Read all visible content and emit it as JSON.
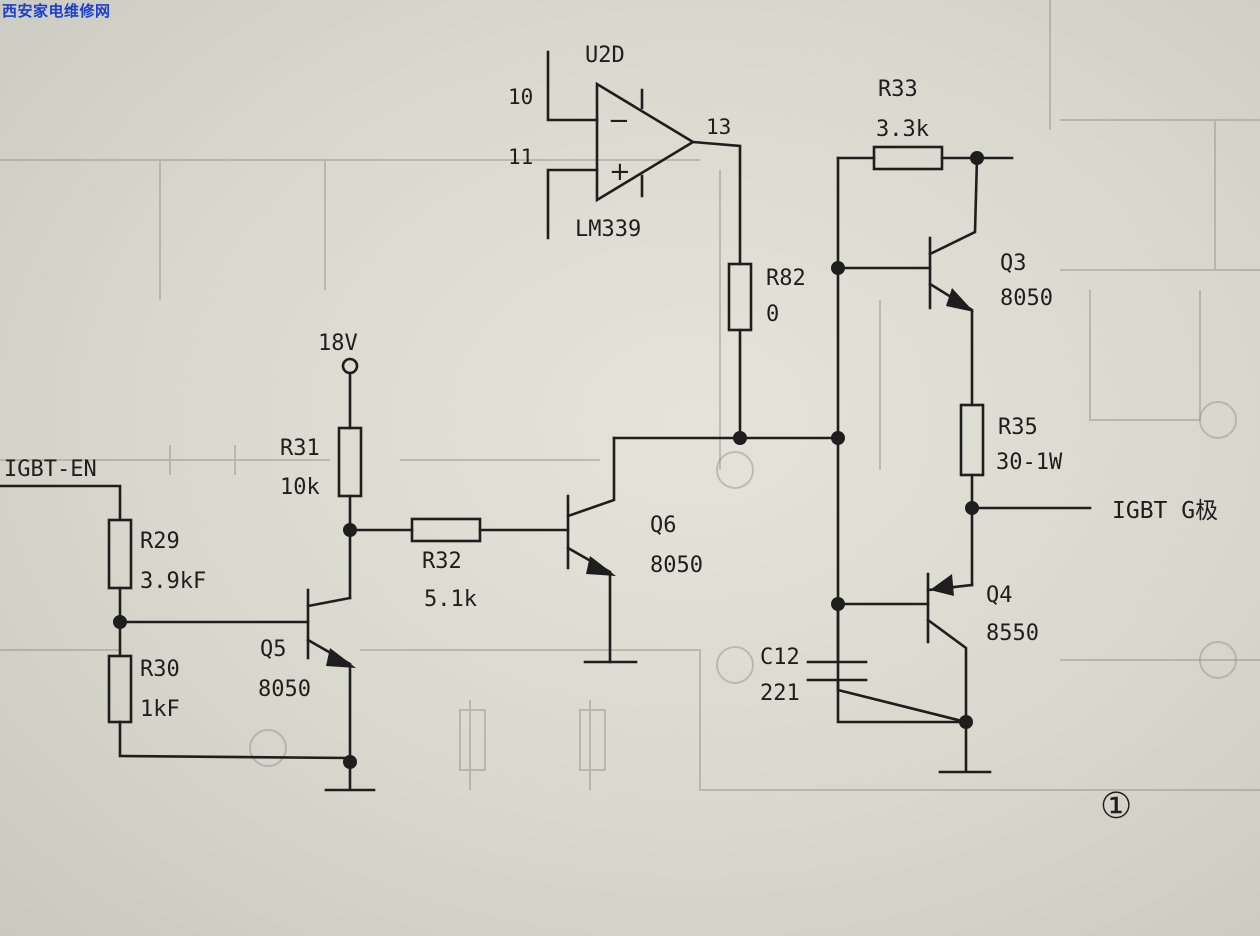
{
  "watermark": "西安家电维修网",
  "opamp": {
    "ref": "U2D",
    "part": "LM339",
    "pin_inverting": "10",
    "pin_noninverting": "11",
    "pin_output": "13",
    "sign_minus": "−",
    "sign_plus": "+"
  },
  "resistors": {
    "r29": {
      "ref": "R29",
      "value": "3.9kF"
    },
    "r30": {
      "ref": "R30",
      "value": "1kF"
    },
    "r31": {
      "ref": "R31",
      "value": "10k"
    },
    "r32": {
      "ref": "R32",
      "value": "5.1k"
    },
    "r33": {
      "ref": "R33",
      "value": "3.3k"
    },
    "r35": {
      "ref": "R35",
      "value": "30-1W"
    },
    "r82": {
      "ref": "R82",
      "value": "0"
    }
  },
  "capacitor": {
    "ref": "C12",
    "value": "221"
  },
  "transistors": {
    "q3": {
      "ref": "Q3",
      "part": "8050"
    },
    "q4": {
      "ref": "Q4",
      "part": "8550"
    },
    "q5": {
      "ref": "Q5",
      "part": "8050"
    },
    "q6": {
      "ref": "Q6",
      "part": "8050"
    }
  },
  "nets": {
    "supply": "18V",
    "enable_input": "IGBT-EN",
    "gate_output": "IGBT G极"
  },
  "figure_number": "①"
}
